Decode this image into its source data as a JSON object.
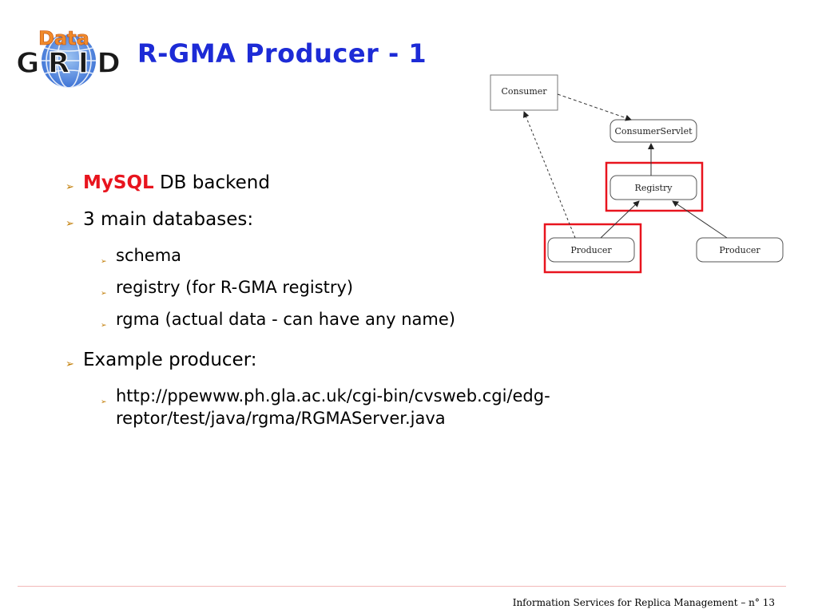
{
  "logo": {
    "top_text": "Data",
    "bottom_text": "GRID"
  },
  "title": "R-GMA Producer - 1",
  "bullets": {
    "item1": {
      "highlight": "MySQL",
      "rest": " DB backend"
    },
    "item2": {
      "text": "3 main databases:"
    },
    "sub2": [
      "schema",
      "registry (for R-GMA registry)",
      "rgma (actual data - can have any name)"
    ],
    "item3": {
      "text": "Example producer:"
    },
    "sub3": {
      "line1": "http://ppewww.ph.gla.ac.uk/cgi-bin/cvsweb.cgi/edg-",
      "line2": "reptor/test/java/rgma/RGMAServer.java"
    }
  },
  "diagram": {
    "consumer": "Consumer",
    "consumer_servlet": "ConsumerServlet",
    "registry": "Registry",
    "producer_left": "Producer",
    "producer_right": "Producer"
  },
  "footer": "Information Services for Replica Management  –  n° 13",
  "colors": {
    "title": "#1d2bd6",
    "highlight": "#e8141e",
    "box": "#e8141e",
    "bullet": "#c07a00"
  }
}
